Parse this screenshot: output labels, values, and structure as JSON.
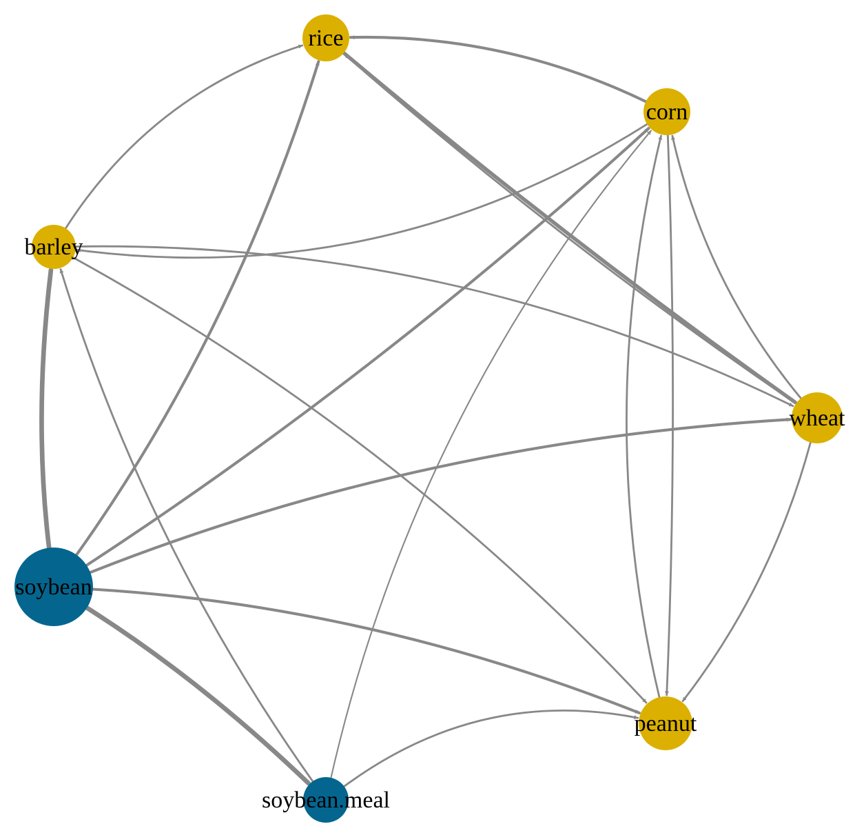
{
  "colors": {
    "edge": "#888888",
    "node_primary": "#04668f",
    "node_secondary": "#dbb000",
    "background": "#ffffff"
  },
  "nodes": [
    {
      "id": "rice",
      "label": "rice",
      "group": "secondary"
    },
    {
      "id": "corn",
      "label": "corn",
      "group": "secondary"
    },
    {
      "id": "barley",
      "label": "barley",
      "group": "secondary"
    },
    {
      "id": "wheat",
      "label": "wheat",
      "group": "secondary"
    },
    {
      "id": "soybean",
      "label": "soybean",
      "group": "primary"
    },
    {
      "id": "peanut",
      "label": "peanut",
      "group": "secondary"
    },
    {
      "id": "soybean_meal",
      "label": "soybean.meal",
      "group": "primary"
    }
  ],
  "edges": [
    {
      "from": "soybean",
      "to": "barley",
      "weight": 4
    },
    {
      "from": "soybean",
      "to": "rice",
      "weight": 2
    },
    {
      "from": "soybean",
      "to": "corn",
      "weight": 2
    },
    {
      "from": "soybean",
      "to": "wheat",
      "weight": 2
    },
    {
      "from": "soybean",
      "to": "peanut",
      "weight": 2
    },
    {
      "from": "soybean",
      "to": "soybean_meal",
      "weight": 4
    },
    {
      "from": "barley",
      "to": "rice",
      "weight": 1
    },
    {
      "from": "barley",
      "to": "wheat",
      "weight": 1
    },
    {
      "from": "barley",
      "to": "peanut",
      "weight": 1
    },
    {
      "from": "corn",
      "to": "barley",
      "weight": 1
    },
    {
      "from": "corn",
      "to": "rice",
      "weight": 2
    },
    {
      "from": "rice",
      "to": "wheat",
      "weight": 3
    },
    {
      "from": "wheat",
      "to": "rice",
      "weight": 1
    },
    {
      "from": "wheat",
      "to": "corn",
      "weight": 1
    },
    {
      "from": "wheat",
      "to": "peanut",
      "weight": 1
    },
    {
      "from": "peanut",
      "to": "corn",
      "weight": 1
    },
    {
      "from": "soybean_meal",
      "to": "corn",
      "weight": 0.5
    },
    {
      "from": "soybean_meal",
      "to": "barley",
      "weight": 1
    },
    {
      "from": "soybean_meal",
      "to": "peanut",
      "weight": 1
    },
    {
      "from": "corn",
      "to": "peanut",
      "weight": 1
    }
  ]
}
